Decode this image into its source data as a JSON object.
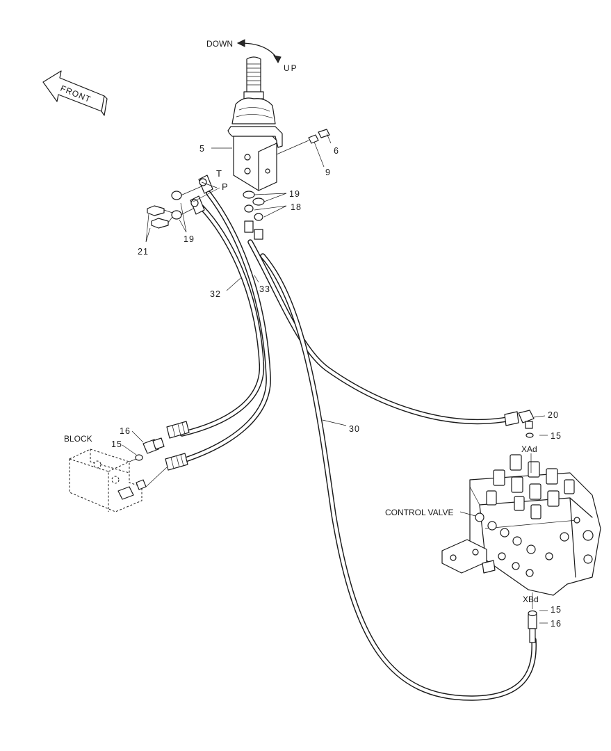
{
  "labels": {
    "down": "DOWN",
    "up": "UP",
    "front": "FRONT",
    "block": "BLOCK",
    "control_valve": "CONTROL VALVE",
    "port_t": "T",
    "port_p": "P",
    "port_xad": "XAd",
    "port_xbd": "XBd"
  },
  "callouts": {
    "c5": "5",
    "c6": "6",
    "c9": "9",
    "c19_top": "19",
    "c18": "18",
    "c21": "21",
    "c19_left": "19",
    "c32": "32",
    "c33": "33",
    "c30": "30",
    "c20": "20",
    "c15_xad": "15",
    "c16_block": "16",
    "c15_block": "15",
    "c15_xbd": "15",
    "c16_xbd": "16"
  }
}
